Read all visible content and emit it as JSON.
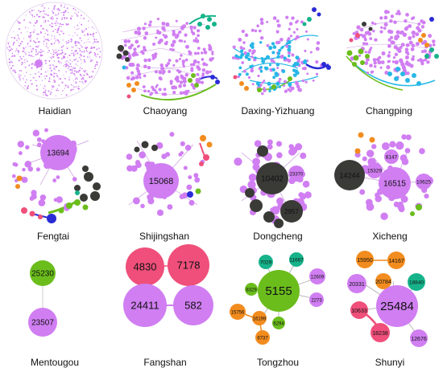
{
  "colors": {
    "purple": "#d07ef2",
    "dark": "#3a3a37",
    "orange": "#f28c1e",
    "green": "#6bbd1c",
    "teal": "#16b38a",
    "pink": "#ef4f7a",
    "blue": "#2b2bd6",
    "cyan": "#27b7e6",
    "edge": "#b46bd9"
  },
  "panels": [
    {
      "label": "Haidian"
    },
    {
      "label": "Chaoyang"
    },
    {
      "label": "Daxing-Yizhuang"
    },
    {
      "label": "Changping"
    },
    {
      "label": "Fengtai",
      "nodes": [
        "13694"
      ]
    },
    {
      "label": "Shijingshan",
      "nodes": [
        "15068"
      ]
    },
    {
      "label": "Dongcheng",
      "nodes": [
        "10402",
        "2957",
        "23370"
      ]
    },
    {
      "label": "Xicheng",
      "nodes": [
        "14244",
        "16515",
        "15329",
        "8147",
        "10625"
      ]
    },
    {
      "label": "Mentougou",
      "nodes": [
        "25230",
        "23507"
      ]
    },
    {
      "label": "Fangshan",
      "nodes": [
        "4830",
        "7178",
        "24411",
        "582"
      ]
    },
    {
      "label": "Tongzhou",
      "nodes": [
        "5155",
        "7029",
        "11667",
        "12609",
        "2273",
        "8329",
        "6294",
        "15756",
        "16199",
        "6737"
      ]
    },
    {
      "label": "Shunyi",
      "nodes": [
        "25484",
        "15950",
        "14167",
        "20784",
        "18840",
        "20331",
        "10633",
        "18238",
        "12676"
      ]
    }
  ]
}
